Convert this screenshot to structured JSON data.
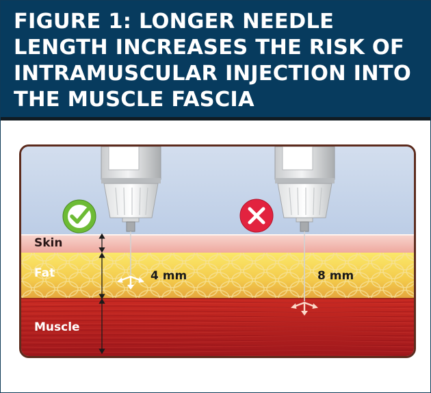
{
  "title": "FIGURE 1: LONGER NEEDLE LENGTH INCREASES THE RISK OF INTRAMUSCULAR INJECTION INTO THE MUSCLE FASCIA",
  "layers": {
    "skin": "Skin",
    "fat": "Fat",
    "muscle": "Muscle"
  },
  "needles": [
    {
      "length": "4 mm",
      "status": "check-icon"
    },
    {
      "length": "8 mm",
      "status": "cross-icon"
    }
  ],
  "colors": {
    "title_bg": "#073b5e",
    "check_green": "#6dbb35",
    "cross_red": "#e2233f",
    "muscle_red": "#b51f1f",
    "fat_yellow": "#f6d84a",
    "skin_pink": "#f2b5ab"
  }
}
